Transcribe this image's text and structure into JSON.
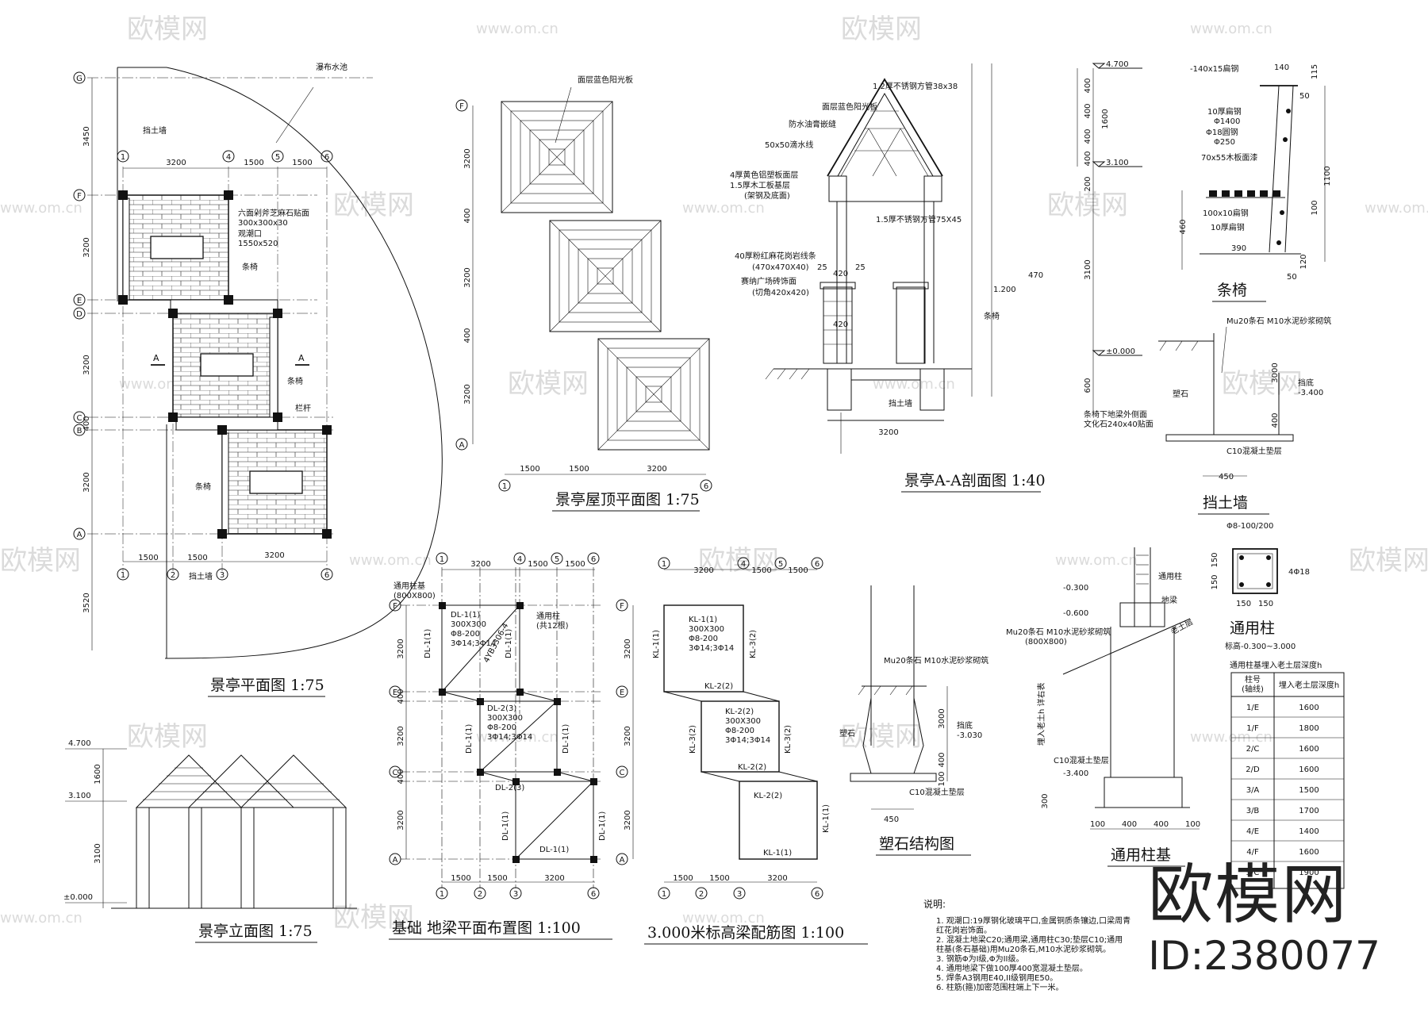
{
  "watermark": {
    "brand": "欧模网",
    "url": "www.om.cn"
  },
  "branding": {
    "logo": "欧模网",
    "id": "ID:2380077"
  },
  "plan": {
    "title": "景亭平面图  1:75",
    "grid_rows": [
      "G",
      "F",
      "E",
      "D",
      "C",
      "B",
      "A"
    ],
    "grid_cols": [
      "1",
      "2",
      "3",
      "4",
      "5",
      "6"
    ],
    "dims_left": [
      "3450",
      "3200",
      "3200",
      "400",
      "3200",
      "3520"
    ],
    "dims_top": [
      "3200",
      "1500",
      "1500"
    ],
    "dims_bottom": [
      "1500",
      "1500",
      "3200"
    ],
    "labels": {
      "waterfall_pool": "瀑布水池",
      "retaining_wall": "挡土墙",
      "paving": "六面剁斧芝麻石贴面",
      "paving_size": "300x300x30",
      "viewing_port": "观潮口",
      "viewing_size": "1550x520",
      "bench": "条椅",
      "railing": "栏杆",
      "section_mark": "A"
    }
  },
  "roof": {
    "title": "景亭屋顶平面图  1:75",
    "top_label": "面层蓝色阳光板",
    "dims_left": [
      "3200",
      "400",
      "3200",
      "400",
      "3200"
    ],
    "dims_bottom": [
      "1500",
      "1500",
      "3200"
    ],
    "grid": [
      "F",
      "A",
      "1",
      "6"
    ]
  },
  "section": {
    "title": "景亭A-A剖面图  1:40",
    "elev": [
      "4.700",
      "3.100",
      "1.200",
      "±0.000"
    ],
    "dims_right": [
      "400",
      "400",
      "400",
      "400",
      "200",
      "1600",
      "3100",
      "600"
    ],
    "dims_bottom": "3200",
    "labels": [
      "1.2厚不锈钢方管38x38",
      "面层蓝色阳光板",
      "防水油膏嵌缝",
      "50x50滴水线",
      "4厚黄色铝塑板面层",
      "1.5厚木工板基层",
      "(架钢及底面)",
      "1.5厚不锈钢方管75X45",
      "40厚粉红麻花岗岩线条",
      "(470x470X40)",
      "赛纳广场砖饰面",
      "(切角420x420)",
      "条椅",
      "挡土墙",
      "条椅下地梁外侧面",
      "文化石240x40贴面"
    ],
    "dims_small": [
      "25",
      "420",
      "25",
      "420",
      "470"
    ]
  },
  "bench": {
    "title": "条椅",
    "labels": [
      "-140x15扁钢",
      "10厚扁钢",
      "Φ1400",
      "Φ18圆钢",
      "Φ250",
      "70x55木板面漆",
      "100x10扁钢",
      "10厚扁钢"
    ],
    "dims": [
      "140",
      "115",
      "50",
      "1100",
      "460",
      "100",
      "390",
      "120",
      "50"
    ]
  },
  "retaining": {
    "title": "挡土墙",
    "labels": [
      "Mu20条石  M10水泥砂浆砌筑",
      "塑石",
      "挡底",
      "C10混凝土垫层"
    ],
    "dims": [
      "3000",
      "400",
      "450",
      "-3.400"
    ]
  },
  "column": {
    "title": "通用柱",
    "subtitle": "标高-0.300~3.000",
    "labels": [
      "Φ8-100/200",
      "4Φ18"
    ],
    "dims": [
      "150",
      "150",
      "150",
      "150"
    ]
  },
  "elevation": {
    "title": "景亭立面图  1:75",
    "elev": [
      "4.700",
      "3.100",
      "±0.000"
    ],
    "dims": [
      "1600",
      "3100"
    ]
  },
  "foundation": {
    "title": "基础  地梁平面布置图  1:100",
    "labels": [
      "通用柱基",
      "(800X800)",
      "通用柱",
      "(共12根)",
      "DL-1(1)",
      "300X300",
      "Φ8-200",
      "3Φ14;3Φ14",
      "DL-2(3)",
      "DL-2(3)",
      "4YB3306-4"
    ],
    "dims_top": [
      "3200",
      "1500",
      "1500"
    ],
    "dims_bottom": [
      "1500",
      "1500",
      "3200"
    ],
    "dims_left": [
      "3200",
      "400",
      "3200",
      "400",
      "3200"
    ]
  },
  "beam": {
    "title": "3.000米标高梁配筋图  1:100",
    "labels": [
      "KL-1(1)",
      "300X300",
      "Φ8-200",
      "3Φ14;3Φ14",
      "KL-2(2)",
      "KL-3(2)",
      "KL-1(1)"
    ],
    "dims_top": [
      "3200",
      "1500",
      "1500"
    ],
    "dims_bottom": [
      "1500",
      "1500",
      "3200"
    ],
    "dims_left": [
      "3200",
      "3200",
      "3200"
    ]
  },
  "rock": {
    "title": "塑石结构图",
    "labels": [
      "Mu20条石  M10水泥砂浆砌筑",
      "塑石",
      "挡底",
      "C10混凝土垫层"
    ],
    "dims": [
      "3000",
      "400",
      "100",
      "450",
      "-3.030"
    ]
  },
  "footing": {
    "title": "通用柱基",
    "labels": [
      "通用柱",
      "地梁",
      "老土层",
      "Mu20条石  M10水泥砂浆砌筑",
      "(800X800)",
      "埋入老土h  详右表",
      "C10混凝土垫层"
    ],
    "elev": [
      "-0.300",
      "-0.600",
      "-3.400"
    ],
    "dims": [
      "300",
      "100",
      "400",
      "400",
      "100"
    ]
  },
  "depth_table": {
    "title": "通用柱基埋入老土层深度h",
    "headers": [
      "柱号\n(轴线)",
      "埋入老土层深度h"
    ],
    "rows": [
      [
        "1/E",
        "1600"
      ],
      [
        "1/F",
        "1800"
      ],
      [
        "2/C",
        "1600"
      ],
      [
        "2/D",
        "1600"
      ],
      [
        "3/A",
        "1500"
      ],
      [
        "3/B",
        "1700"
      ],
      [
        "4/E",
        "1400"
      ],
      [
        "4/F",
        "1600"
      ],
      [
        "5/C",
        "1900"
      ]
    ]
  },
  "notes": {
    "heading": "说明:",
    "items": [
      "1.  观潮口:19厚钢化玻璃平口,金属铜质条镶边,口梁周青",
      "     红花岗岩饰面。",
      "2.  混凝土地梁C20;通用梁,通用柱C30;垫层C10;通用",
      "     柱基(条石基础)用Mu20条石,M10水泥砂浆砌筑。",
      "3.  钢筋Φ为I级,Φ为II级。",
      "4.  通用地梁下做100厚400宽混凝土垫层。",
      "5.  焊条A3钢用E40,II级钢用E50。",
      "6.  柱筋(箍)加密范围柱端上下一米。"
    ]
  }
}
